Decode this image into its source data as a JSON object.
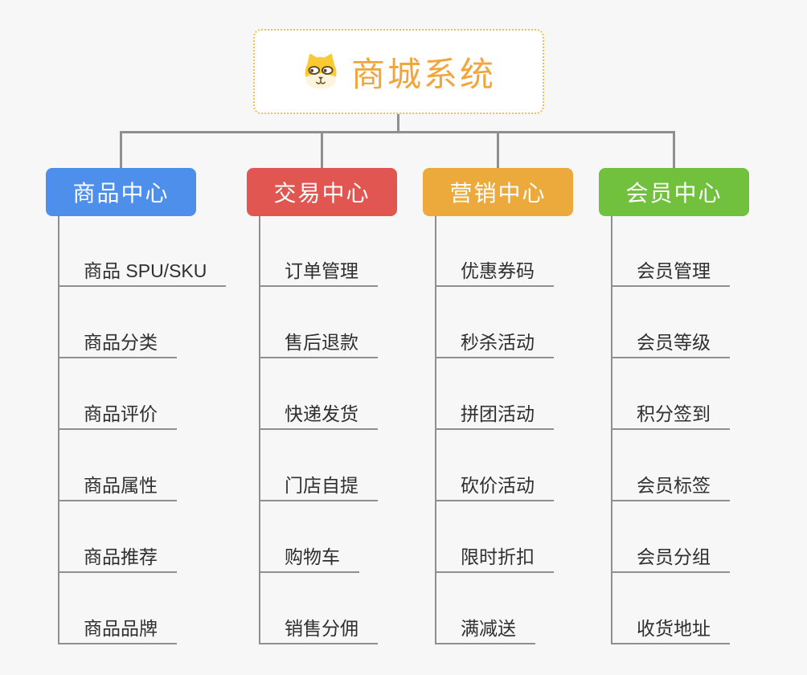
{
  "root": {
    "label": "商城系统",
    "icon": "dog-face-icon"
  },
  "branches": [
    {
      "label": "商品中心",
      "color": "#4d8feb",
      "children": [
        "商品 SPU/SKU",
        "商品分类",
        "商品评价",
        "商品属性",
        "商品推荐",
        "商品品牌"
      ]
    },
    {
      "label": "交易中心",
      "color": "#e25651",
      "children": [
        "订单管理",
        "售后退款",
        "快递发货",
        "门店自提",
        "购物车",
        "销售分佣"
      ]
    },
    {
      "label": "营销中心",
      "color": "#ecaa3d",
      "children": [
        "优惠券码",
        "秒杀活动",
        "拼团活动",
        "砍价活动",
        "限时折扣",
        "满减送"
      ]
    },
    {
      "label": "会员中心",
      "color": "#71c13f",
      "children": [
        "会员管理",
        "会员等级",
        "积分签到",
        "会员标签",
        "会员分组",
        "收货地址"
      ]
    }
  ],
  "colors": {
    "background": "#f7f7f8",
    "connector": "#8f8f8f",
    "root_text": "#f0a63c",
    "root_border": "#f4bd55",
    "node_text": "#ffffff",
    "leaf_text": "#2f2f2f"
  }
}
